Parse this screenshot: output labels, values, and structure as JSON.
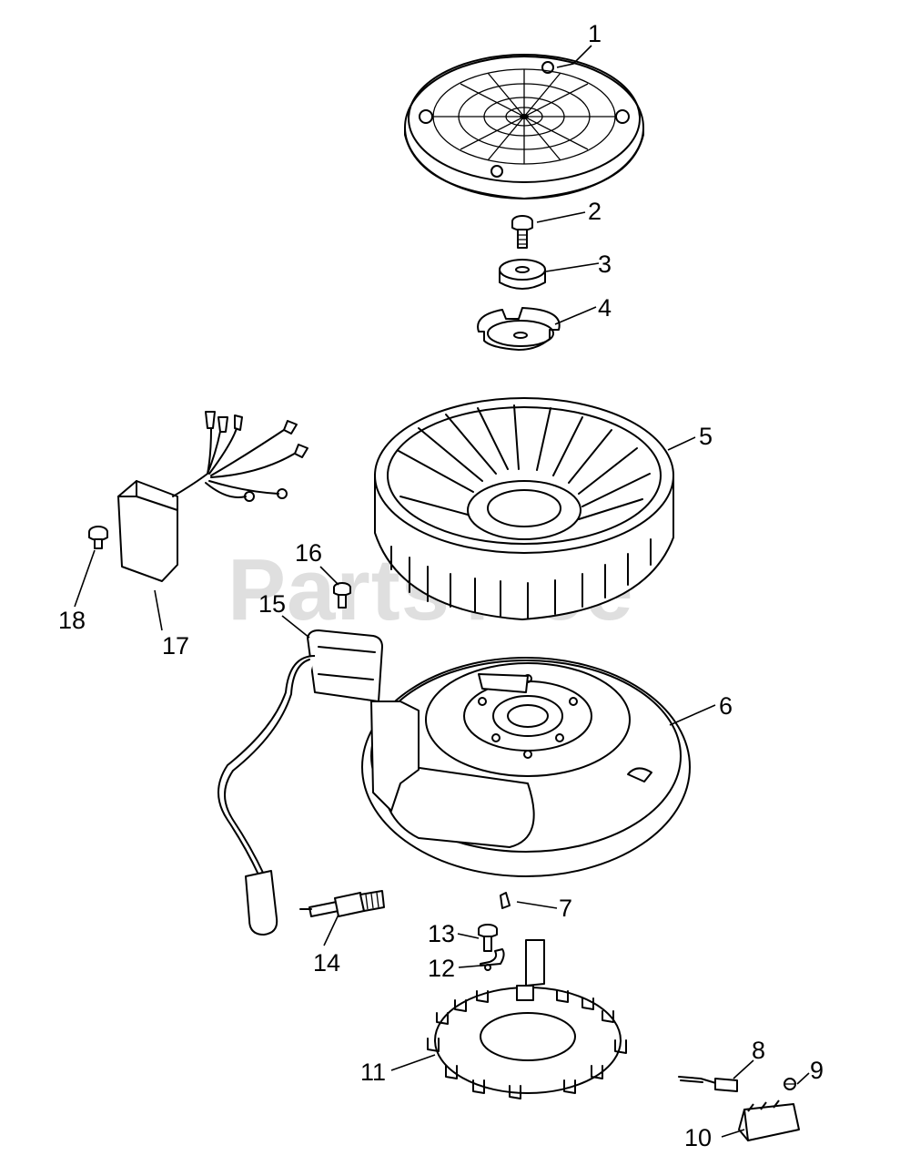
{
  "watermark": "PartsTree",
  "callouts": [
    "1",
    "2",
    "3",
    "4",
    "5",
    "6",
    "7",
    "8",
    "9",
    "10",
    "11",
    "12",
    "13",
    "14",
    "15",
    "16",
    "17",
    "18"
  ],
  "parts": [
    {
      "id": "1",
      "icon": "blower-housing-icon"
    },
    {
      "id": "2",
      "icon": "screw-icon"
    },
    {
      "id": "3",
      "icon": "washer-icon"
    },
    {
      "id": "4",
      "icon": "fan-mount-plate-icon"
    },
    {
      "id": "5",
      "icon": "cooling-fan-icon"
    },
    {
      "id": "6",
      "icon": "flywheel-icon"
    },
    {
      "id": "7",
      "icon": "key-icon"
    },
    {
      "id": "8",
      "icon": "connector-icon"
    },
    {
      "id": "9",
      "icon": "screw-icon"
    },
    {
      "id": "10",
      "icon": "rectifier-regulator-icon"
    },
    {
      "id": "11",
      "icon": "stator-icon"
    },
    {
      "id": "12",
      "icon": "clip-icon"
    },
    {
      "id": "13",
      "icon": "screw-icon"
    },
    {
      "id": "14",
      "icon": "spark-plug-icon"
    },
    {
      "id": "15",
      "icon": "ignition-coil-icon"
    },
    {
      "id": "16",
      "icon": "screw-icon"
    },
    {
      "id": "17",
      "icon": "ignition-module-icon"
    },
    {
      "id": "18",
      "icon": "screw-icon"
    }
  ]
}
